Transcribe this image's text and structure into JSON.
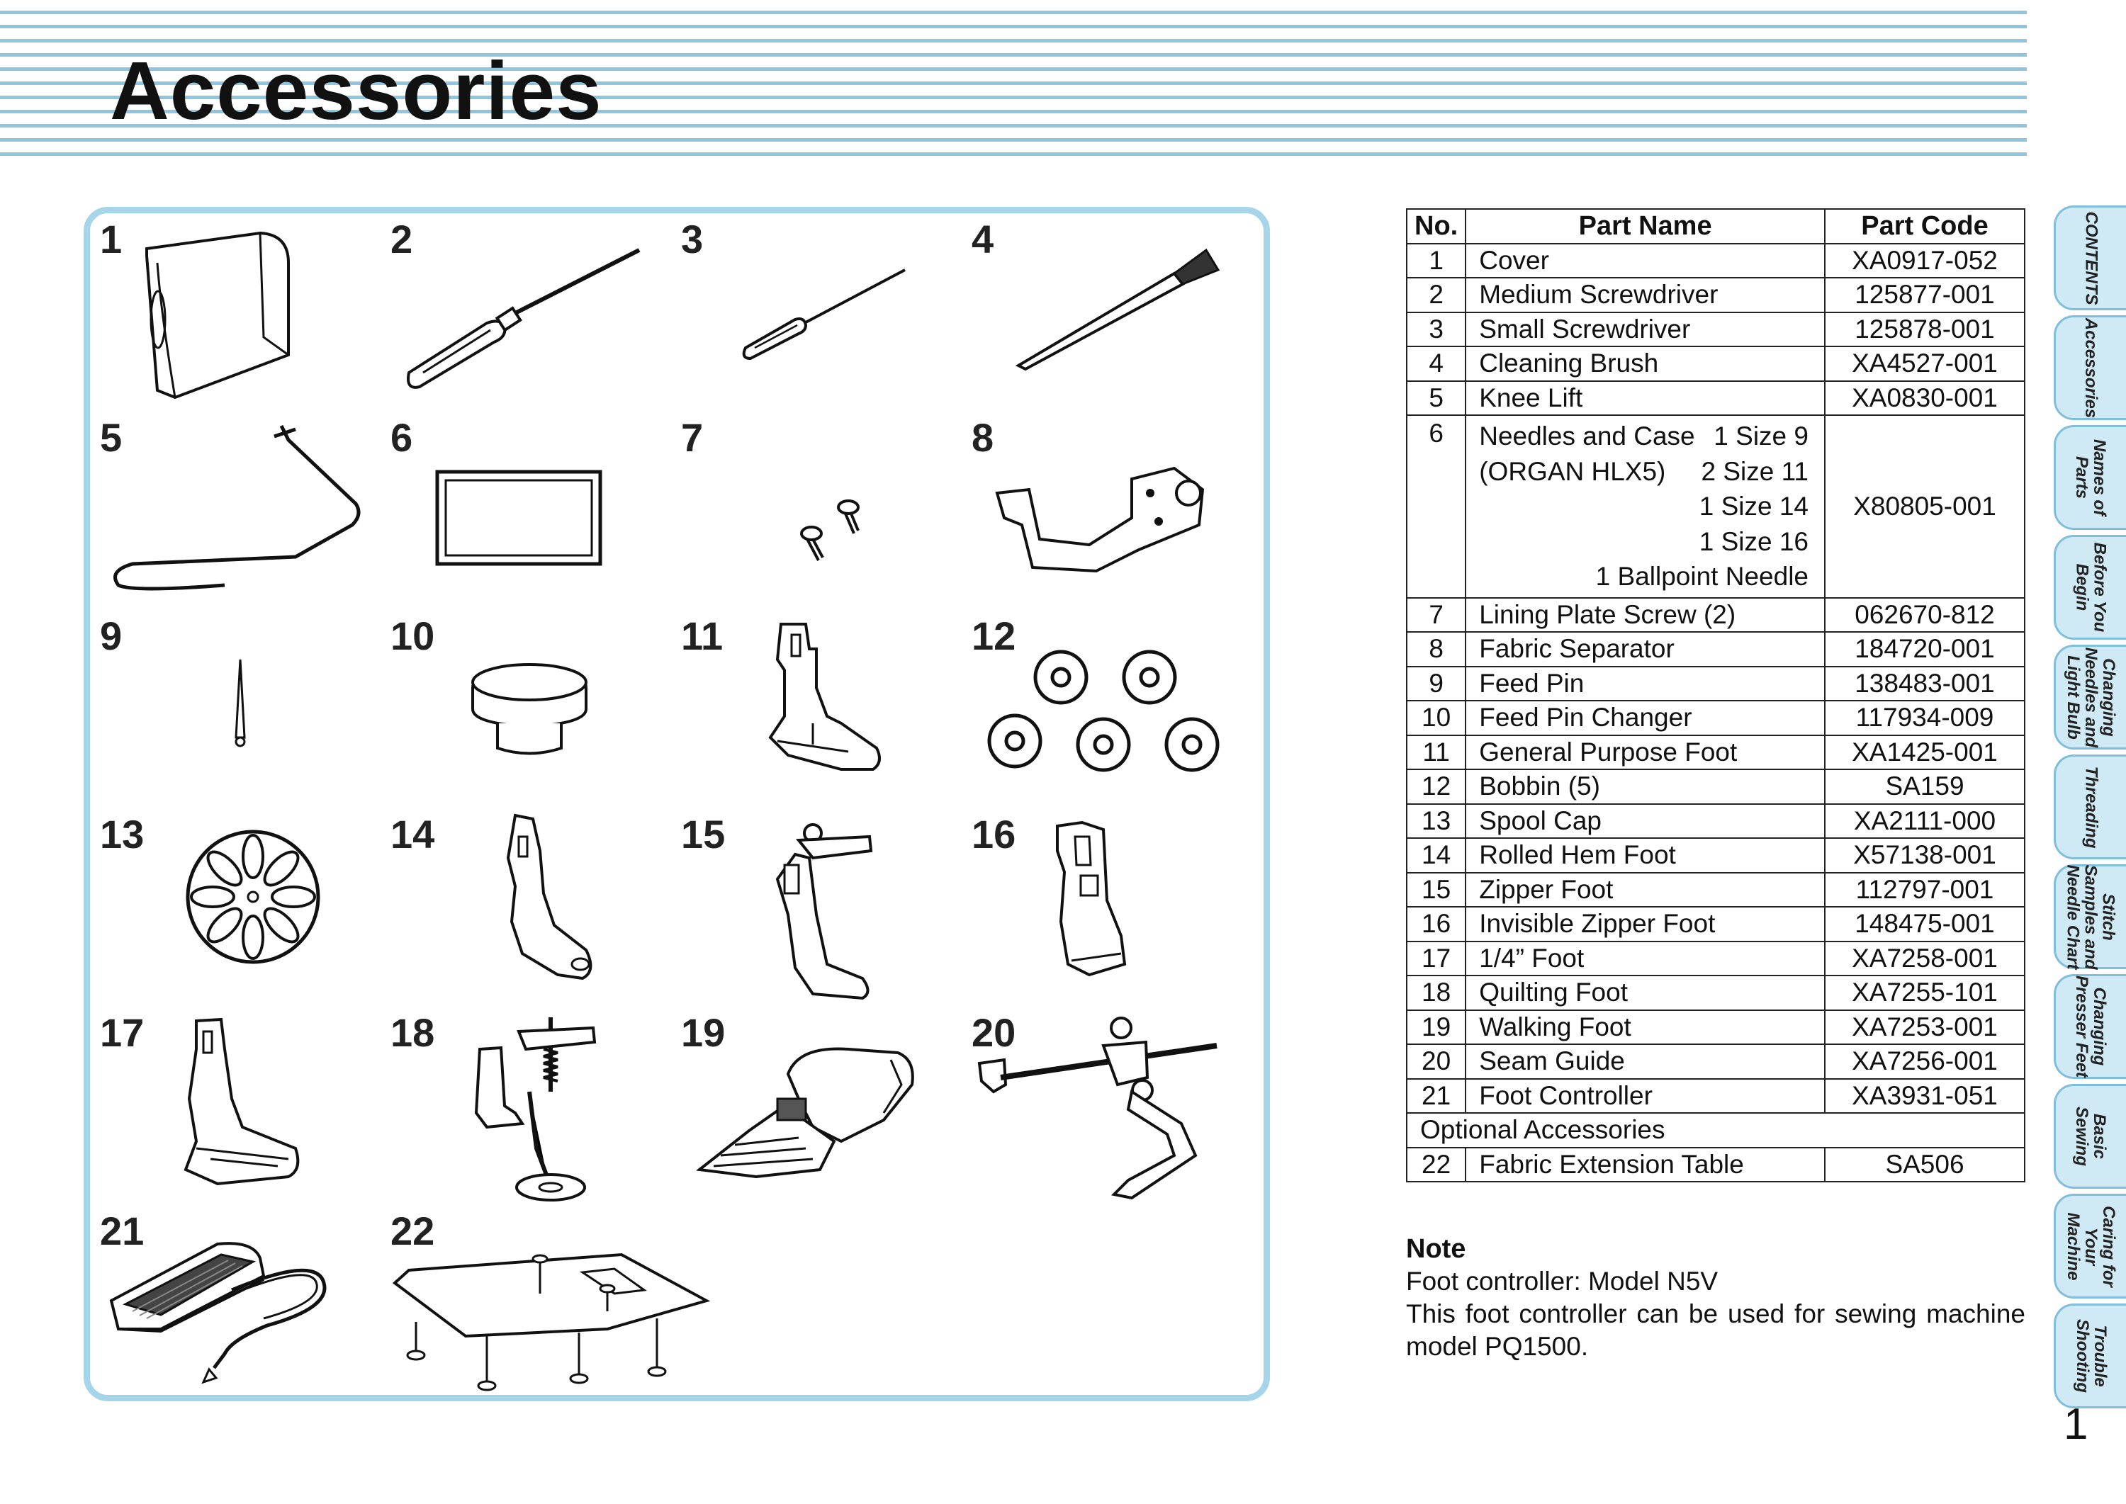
{
  "page": {
    "title": "Accessories",
    "page_number": "1"
  },
  "items": [
    {
      "num": "1",
      "icon": "cover-icon"
    },
    {
      "num": "2",
      "icon": "medium-screwdriver-icon"
    },
    {
      "num": "3",
      "icon": "small-screwdriver-icon"
    },
    {
      "num": "4",
      "icon": "cleaning-brush-icon"
    },
    {
      "num": "5",
      "icon": "knee-lift-icon"
    },
    {
      "num": "6",
      "icon": "needle-case-icon"
    },
    {
      "num": "7",
      "icon": "screws-icon"
    },
    {
      "num": "8",
      "icon": "fabric-separator-icon"
    },
    {
      "num": "9",
      "icon": "feed-pin-icon"
    },
    {
      "num": "10",
      "icon": "feed-pin-changer-icon"
    },
    {
      "num": "11",
      "icon": "general-purpose-foot-icon"
    },
    {
      "num": "12",
      "icon": "bobbins-icon"
    },
    {
      "num": "13",
      "icon": "spool-cap-icon"
    },
    {
      "num": "14",
      "icon": "rolled-hem-foot-icon"
    },
    {
      "num": "15",
      "icon": "zipper-foot-icon"
    },
    {
      "num": "16",
      "icon": "invisible-zipper-foot-icon"
    },
    {
      "num": "17",
      "icon": "quarter-inch-foot-icon"
    },
    {
      "num": "18",
      "icon": "quilting-foot-icon"
    },
    {
      "num": "19",
      "icon": "walking-foot-icon"
    },
    {
      "num": "20",
      "icon": "seam-guide-icon"
    },
    {
      "num": "21",
      "icon": "foot-controller-icon"
    },
    {
      "num": "22",
      "icon": "extension-table-icon"
    }
  ],
  "table": {
    "headers": [
      "No.",
      "Part Name",
      "Part Code"
    ],
    "rows": [
      {
        "no": "1",
        "name": "Cover",
        "code": "XA0917-052"
      },
      {
        "no": "2",
        "name": "Medium Screwdriver",
        "code": "125877-001"
      },
      {
        "no": "3",
        "name": "Small Screwdriver",
        "code": "125878-001"
      },
      {
        "no": "4",
        "name": "Cleaning Brush",
        "code": "XA4527-001"
      },
      {
        "no": "5",
        "name": "Knee Lift",
        "code": "XA0830-001"
      }
    ],
    "needles": {
      "no": "6",
      "name": "Needles and Case",
      "name2": "(ORGAN HLX5)",
      "sizes": [
        "1 Size 9",
        "2 Size 11",
        "1 Size 14",
        "1 Size 16",
        "1 Ballpoint Needle"
      ],
      "code": "X80805-001"
    },
    "rows2": [
      {
        "no": "7",
        "name": "Lining Plate Screw (2)",
        "code": "062670-812"
      },
      {
        "no": "8",
        "name": "Fabric Separator",
        "code": "184720-001"
      },
      {
        "no": "9",
        "name": "Feed Pin",
        "code": "138483-001"
      },
      {
        "no": "10",
        "name": "Feed Pin Changer",
        "code": "117934-009"
      },
      {
        "no": "11",
        "name": "General Purpose Foot",
        "code": "XA1425-001"
      },
      {
        "no": "12",
        "name": "Bobbin (5)",
        "code": "SA159"
      },
      {
        "no": "13",
        "name": "Spool Cap",
        "code": "XA2111-000"
      },
      {
        "no": "14",
        "name": "Rolled Hem Foot",
        "code": "X57138-001"
      },
      {
        "no": "15",
        "name": "Zipper Foot",
        "code": "112797-001"
      },
      {
        "no": "16",
        "name": "Invisible Zipper Foot",
        "code": "148475-001"
      },
      {
        "no": "17",
        "name": "1/4” Foot",
        "code": "XA7258-001"
      },
      {
        "no": "18",
        "name": "Quilting Foot",
        "code": "XA7255-101"
      },
      {
        "no": "19",
        "name": "Walking Foot",
        "code": "XA7253-001"
      },
      {
        "no": "20",
        "name": "Seam Guide",
        "code": "XA7256-001"
      },
      {
        "no": "21",
        "name": "Foot Controller",
        "code": "XA3931-051"
      }
    ],
    "optional_label": "Optional Accessories",
    "optional_rows": [
      {
        "no": "22",
        "name": "Fabric Extension Table",
        "code": "SA506"
      }
    ]
  },
  "note": {
    "heading": "Note",
    "line1": "Foot controller: Model N5V",
    "line2": "This foot controller can be used for sewing machine model PQ1500."
  },
  "side_tabs": [
    "CONTENTS",
    "Accessories",
    "Names of\nParts",
    "Before You\nBegin",
    "Changing\nNeedles and\nLight Bulb",
    "Threading",
    "Stitch\nSamples and\nNeedle Chart",
    "Changing\nPresser Feet",
    "Basic\nSewing",
    "Caring for\nYour\nMachine",
    "Trouble\nShooting"
  ],
  "colors": {
    "stripe": "#8fc6de",
    "panel_border": "#a6d4e8",
    "tab_fill": "#cfe9f5",
    "tab_border": "#7fbedc"
  }
}
